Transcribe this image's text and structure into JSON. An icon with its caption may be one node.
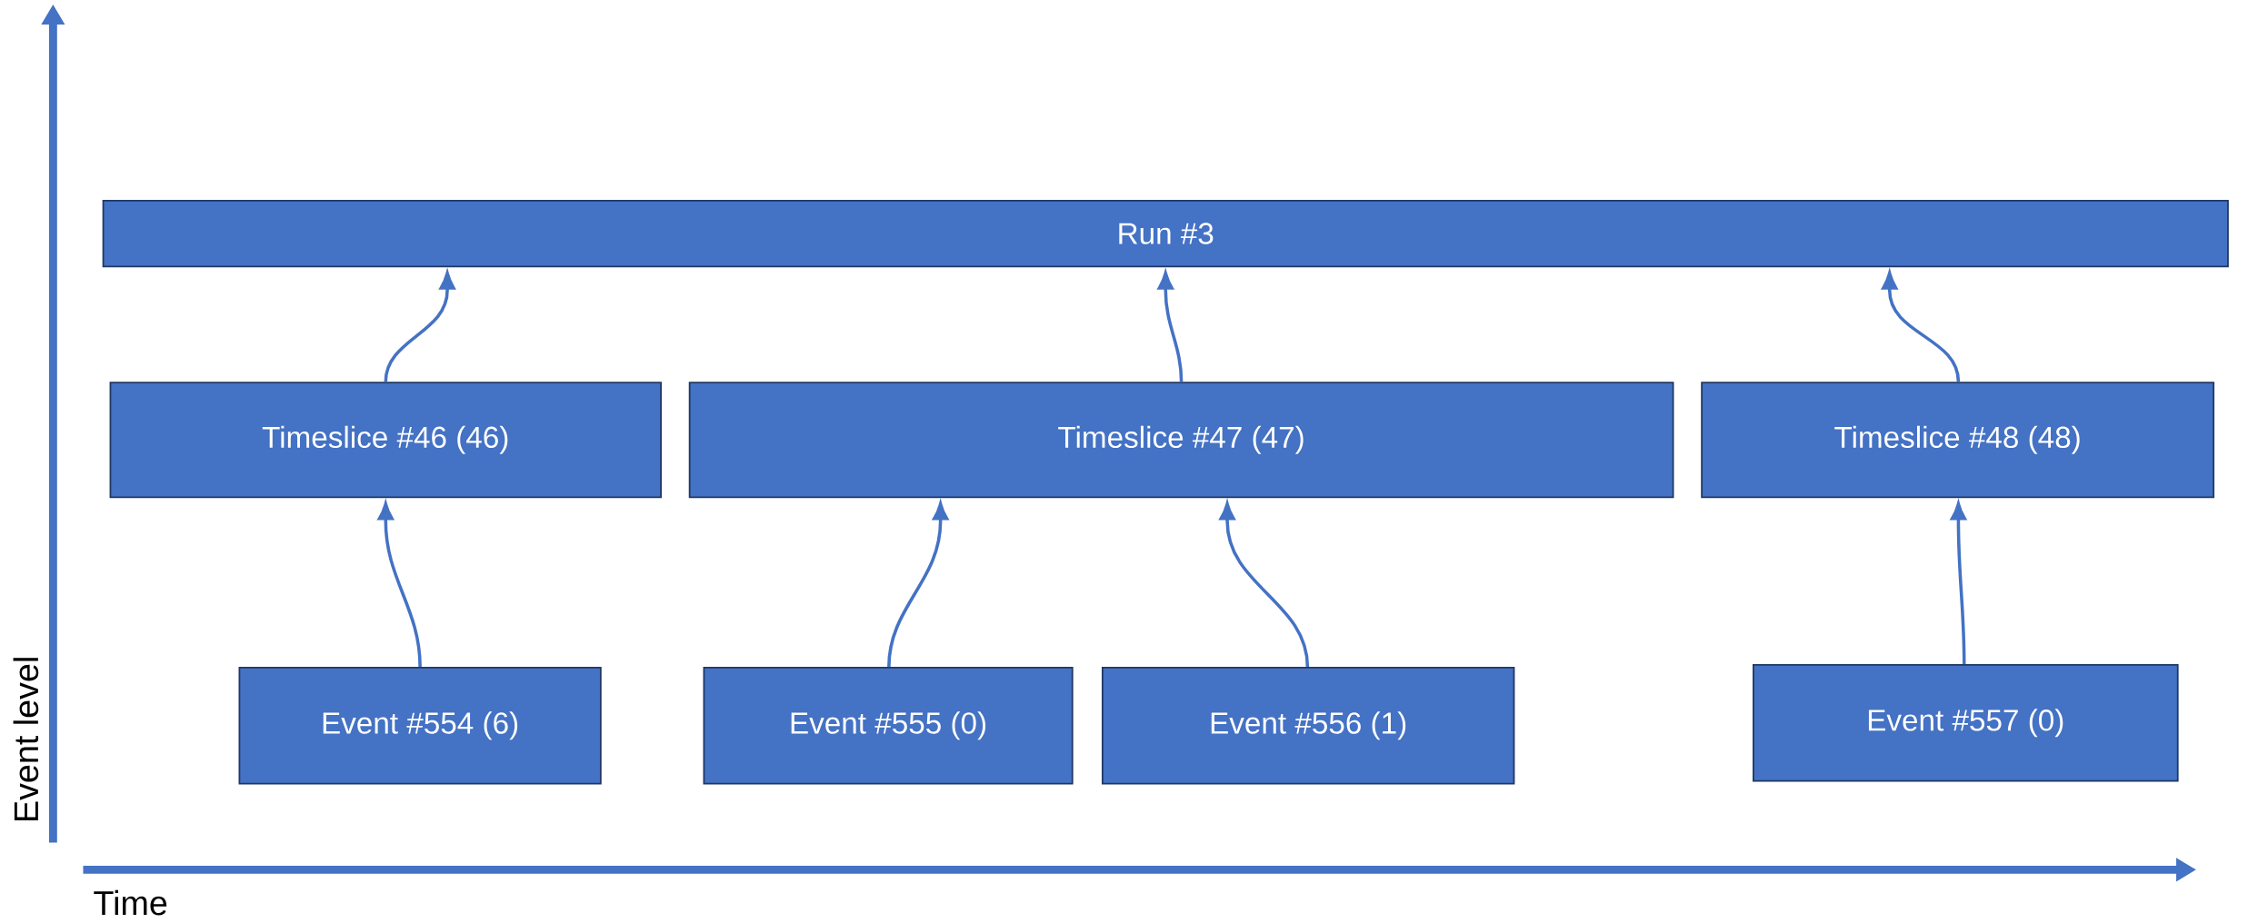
{
  "diagram": {
    "nodes": [
      {
        "text": [
          "Run #3"
        ]
      },
      {
        "text": [
          "Timeslice #46 (46)"
        ]
      },
      {
        "text": [
          "Timeslice #47 (47)"
        ]
      },
      {
        "text": [
          "Timeslice #48 (48)"
        ]
      },
      {
        "text": [
          "Event #554 (6)"
        ]
      },
      {
        "text": [
          "Event #555 (0)"
        ]
      },
      {
        "text": [
          "Event #556 (1)"
        ]
      },
      {
        "text": [
          "Event #557 (0)"
        ]
      }
    ],
    "edges": [
      {
        "from": 1,
        "to": 0,
        "arrow": "to"
      },
      {
        "from": 2,
        "to": 0,
        "arrow": "to"
      },
      {
        "from": 3,
        "to": 0,
        "arrow": "to"
      },
      {
        "from": 4,
        "to": 1,
        "arrow": "to"
      },
      {
        "from": 5,
        "to": 2,
        "arrow": "to"
      },
      {
        "from": 6,
        "to": 2,
        "arrow": "to"
      },
      {
        "from": 7,
        "to": 3,
        "arrow": "to"
      }
    ],
    "labels": [
      "Event level",
      "Time"
    ]
  }
}
